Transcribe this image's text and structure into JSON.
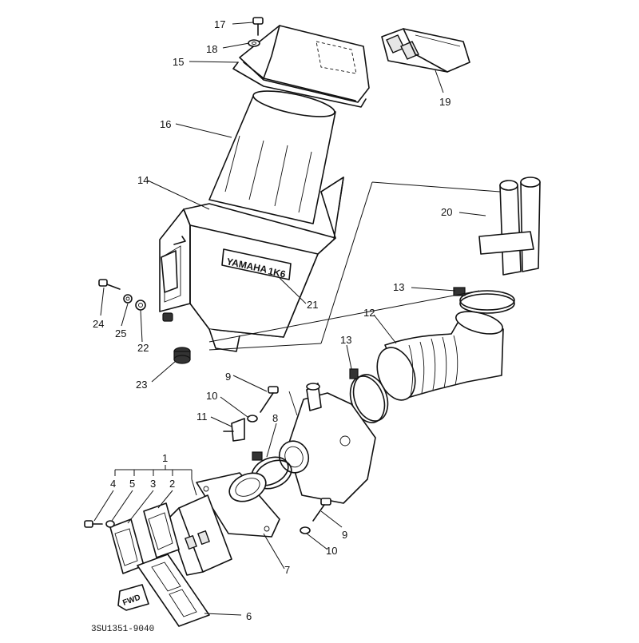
{
  "diagram": {
    "part_code": "3SU1351-9040",
    "nameplate": {
      "brand": "YAMAHA",
      "model": "1K6"
    },
    "direction_tag": "FWD",
    "callouts": [
      {
        "id": "c17",
        "label": "17"
      },
      {
        "id": "c18",
        "label": "18"
      },
      {
        "id": "c15",
        "label": "15"
      },
      {
        "id": "c19",
        "label": "19"
      },
      {
        "id": "c16",
        "label": "16"
      },
      {
        "id": "c14",
        "label": "14"
      },
      {
        "id": "c20",
        "label": "20"
      },
      {
        "id": "c13a",
        "label": "13"
      },
      {
        "id": "c12",
        "label": "12"
      },
      {
        "id": "c21",
        "label": "21"
      },
      {
        "id": "c24",
        "label": "24"
      },
      {
        "id": "c25",
        "label": "25"
      },
      {
        "id": "c22",
        "label": "22"
      },
      {
        "id": "c13b",
        "label": "13"
      },
      {
        "id": "c23",
        "label": "23"
      },
      {
        "id": "c9a",
        "label": "9"
      },
      {
        "id": "c10a",
        "label": "10"
      },
      {
        "id": "c11",
        "label": "11"
      },
      {
        "id": "c8",
        "label": "8"
      },
      {
        "id": "c1",
        "label": "1"
      },
      {
        "id": "c4",
        "label": "4"
      },
      {
        "id": "c5",
        "label": "5"
      },
      {
        "id": "c3",
        "label": "3"
      },
      {
        "id": "c2",
        "label": "2"
      },
      {
        "id": "c9b",
        "label": "9"
      },
      {
        "id": "c10b",
        "label": "10"
      },
      {
        "id": "c7",
        "label": "7"
      },
      {
        "id": "c6",
        "label": "6"
      }
    ]
  }
}
